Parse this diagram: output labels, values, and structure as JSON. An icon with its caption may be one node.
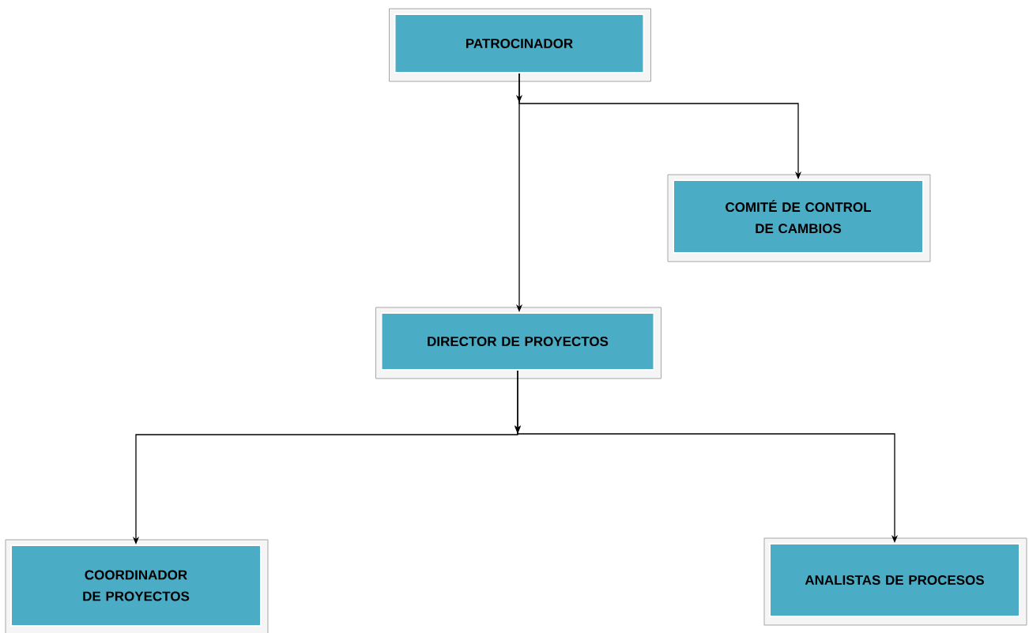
{
  "diagram": {
    "nodes": [
      {
        "text": [
          "PATROCINADOR"
        ]
      },
      {
        "text": [
          "COMITÉ DE CONTROL DE CAMBIOS"
        ]
      },
      {
        "text": [
          "DIRECTOR DE PROYECTOS"
        ]
      },
      {
        "text": [
          "COORDINADOR DE PROYECTOS"
        ]
      },
      {
        "text": [
          "ANALISTAS DE PROCESOS"
        ]
      }
    ],
    "edges": [
      {
        "from": 0,
        "to": 2,
        "arrow": "to"
      },
      {
        "from": 0,
        "to": 1,
        "arrow": "to"
      },
      {
        "from": 2,
        "to": 3,
        "arrow": "to"
      },
      {
        "from": 2,
        "to": 4,
        "arrow": "to"
      }
    ]
  }
}
